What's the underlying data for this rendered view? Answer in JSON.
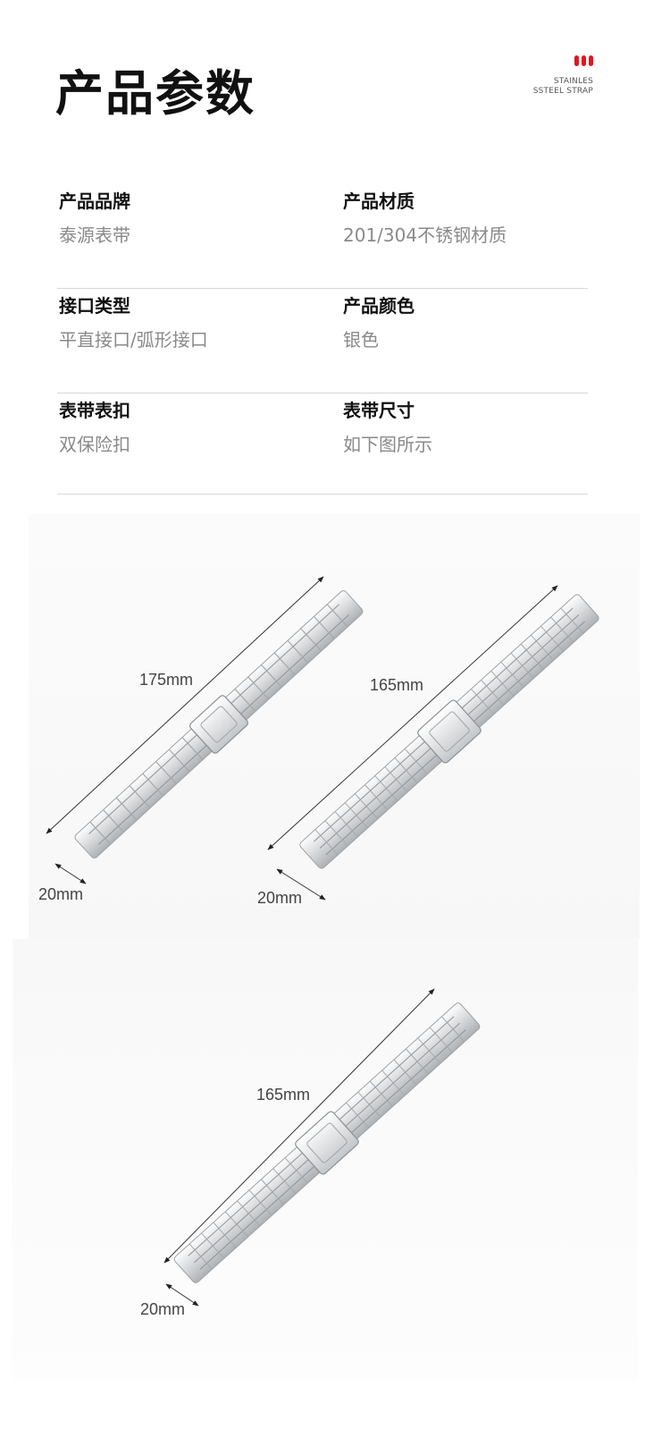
{
  "header": {
    "title": "产品参数",
    "brand_line1": "STAINLES",
    "brand_line2": "SSTEEL STRAP",
    "accent_color": "#e0161e"
  },
  "specs": [
    {
      "left_label": "产品品牌",
      "left_value": "泰源表带",
      "right_label": "产品材质",
      "right_value": "201/304不锈钢材质"
    },
    {
      "left_label": "接口类型",
      "left_value": "平直接口/弧形接口",
      "right_label": "产品颜色",
      "right_value": "银色"
    },
    {
      "left_label": "表带表扣",
      "left_value": "双保险扣",
      "right_label": "表带尺寸",
      "right_value": "如下图所示"
    }
  ],
  "dimensions": {
    "strap1_length": "175mm",
    "strap1_width": "20mm",
    "strap2_length": "165mm",
    "strap2_width": "20mm",
    "strap3_length": "165mm",
    "strap3_width": "20mm"
  }
}
